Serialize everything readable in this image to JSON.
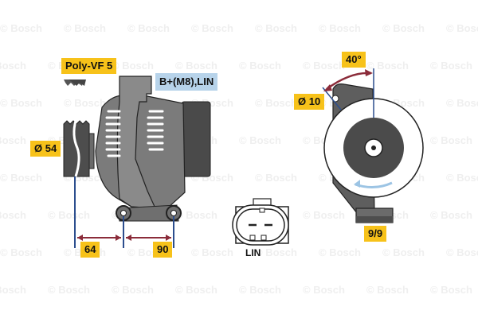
{
  "watermark": {
    "text": "© Bosch"
  },
  "labels": {
    "belt_type": "Poly-VF 5",
    "connection": "B+(M8),LIN",
    "pulley_diameter": "Ø 54",
    "mount_distance_1": "64",
    "mount_distance_2": "90",
    "angle": "40°",
    "hole_diameter": "Ø 10",
    "clock_position": "9/9",
    "plug_label": "LIN"
  },
  "colors": {
    "label_yellow": "#f7c21a",
    "label_blue": "#b7d3ea",
    "dimension_line": "#2c4e8e",
    "dimension_arrow": "#8b2c3a",
    "body_gray": "#7d7d7d",
    "dark_gray": "#4b4b4b",
    "rotation_arrow": "#9cc4e4"
  }
}
